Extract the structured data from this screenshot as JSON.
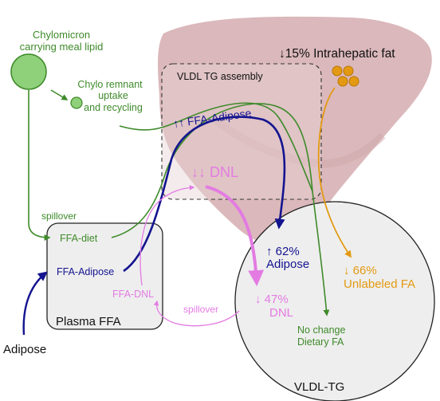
{
  "labels": {
    "chylomicron_line1": "Chylomicron",
    "chylomicron_line2": "carrying meal lipid",
    "chylo_remnant_line1": "Chylo remnant",
    "chylo_remnant_line2": "uptake",
    "chylo_remnant_line3": "and recycling",
    "intrahepatic_fat": "↓15% Intrahepatic fat",
    "vldl_assembly": "VLDL TG assembly",
    "ffa_adipose_arrow": "↑↑ FFA-Adipose",
    "dnl_arrows": "↓↓ DNL",
    "spillover_left": "spillover",
    "ffa_diet": "FFA-diet",
    "ffa_adipose_plasma": "FFA-Adipose",
    "ffa_dnl": "FFA-DNL",
    "plasma_ffa": "Plasma FFA",
    "spillover_bottom": "spillover",
    "adipose": "Adipose",
    "adipose_pct": "↑ 62%",
    "adipose_pct_label": "Adipose",
    "dnl_pct": "↓ 47%",
    "dnl_pct_label": "DNL",
    "unlabeled_pct": "↓ 66%",
    "unlabeled_pct_label": "Unlabeled FA",
    "dietary_line1": "No change",
    "dietary_line2": "Dietary FA",
    "vldl_tg": "VLDL-TG"
  },
  "colors": {
    "green": "#3e8a2a",
    "green_fill": "#8fd07a",
    "navy": "#141490",
    "pink": "#e37be2",
    "orange": "#e39a12",
    "liver": "#dbb8bb",
    "box_fill": "#eeeeee",
    "text": "#111111"
  }
}
